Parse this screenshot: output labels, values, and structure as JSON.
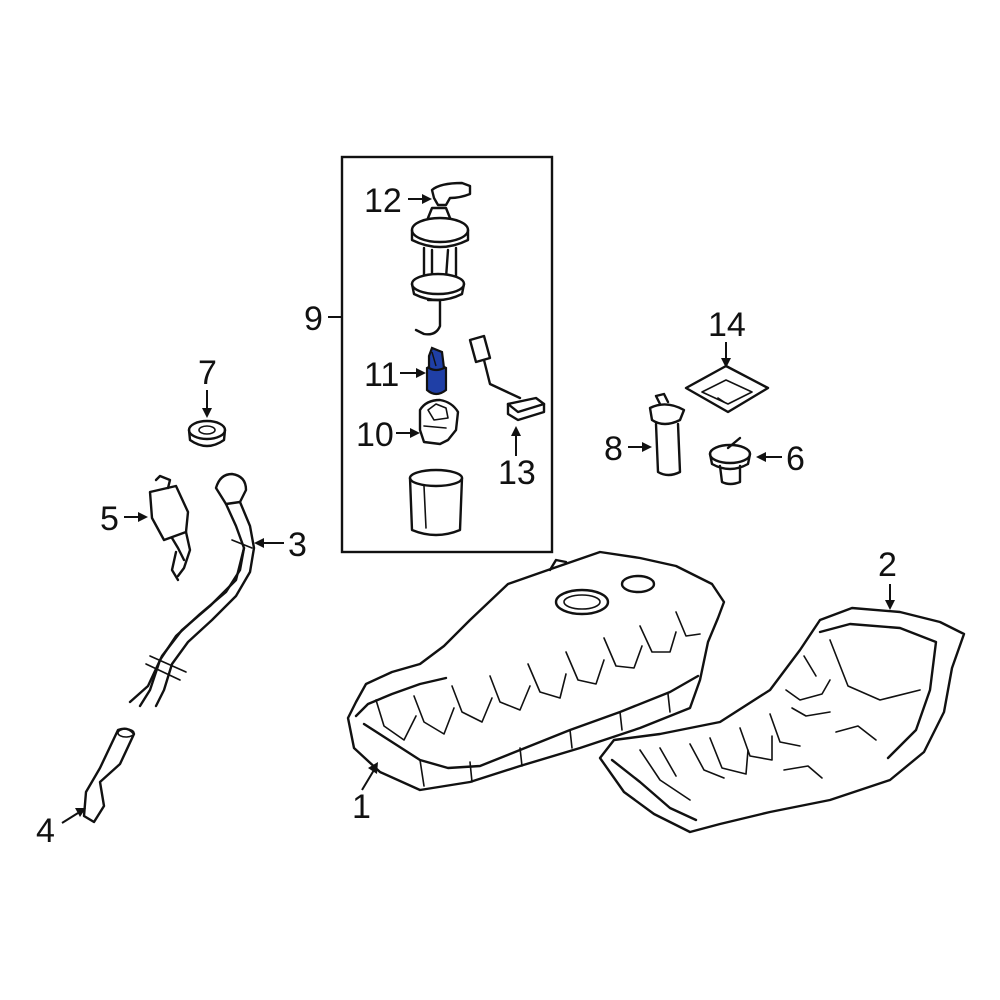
{
  "callouts": {
    "c1": "1",
    "c2": "2",
    "c3": "3",
    "c4": "4",
    "c5": "5",
    "c6": "6",
    "c7": "7",
    "c8": "8",
    "c9": "9",
    "c10": "10",
    "c11": "11",
    "c12": "12",
    "c13": "13",
    "c14": "14"
  },
  "colors": {
    "line": "#111111",
    "highlight": "#1f3fa6",
    "background": "#ffffff"
  }
}
